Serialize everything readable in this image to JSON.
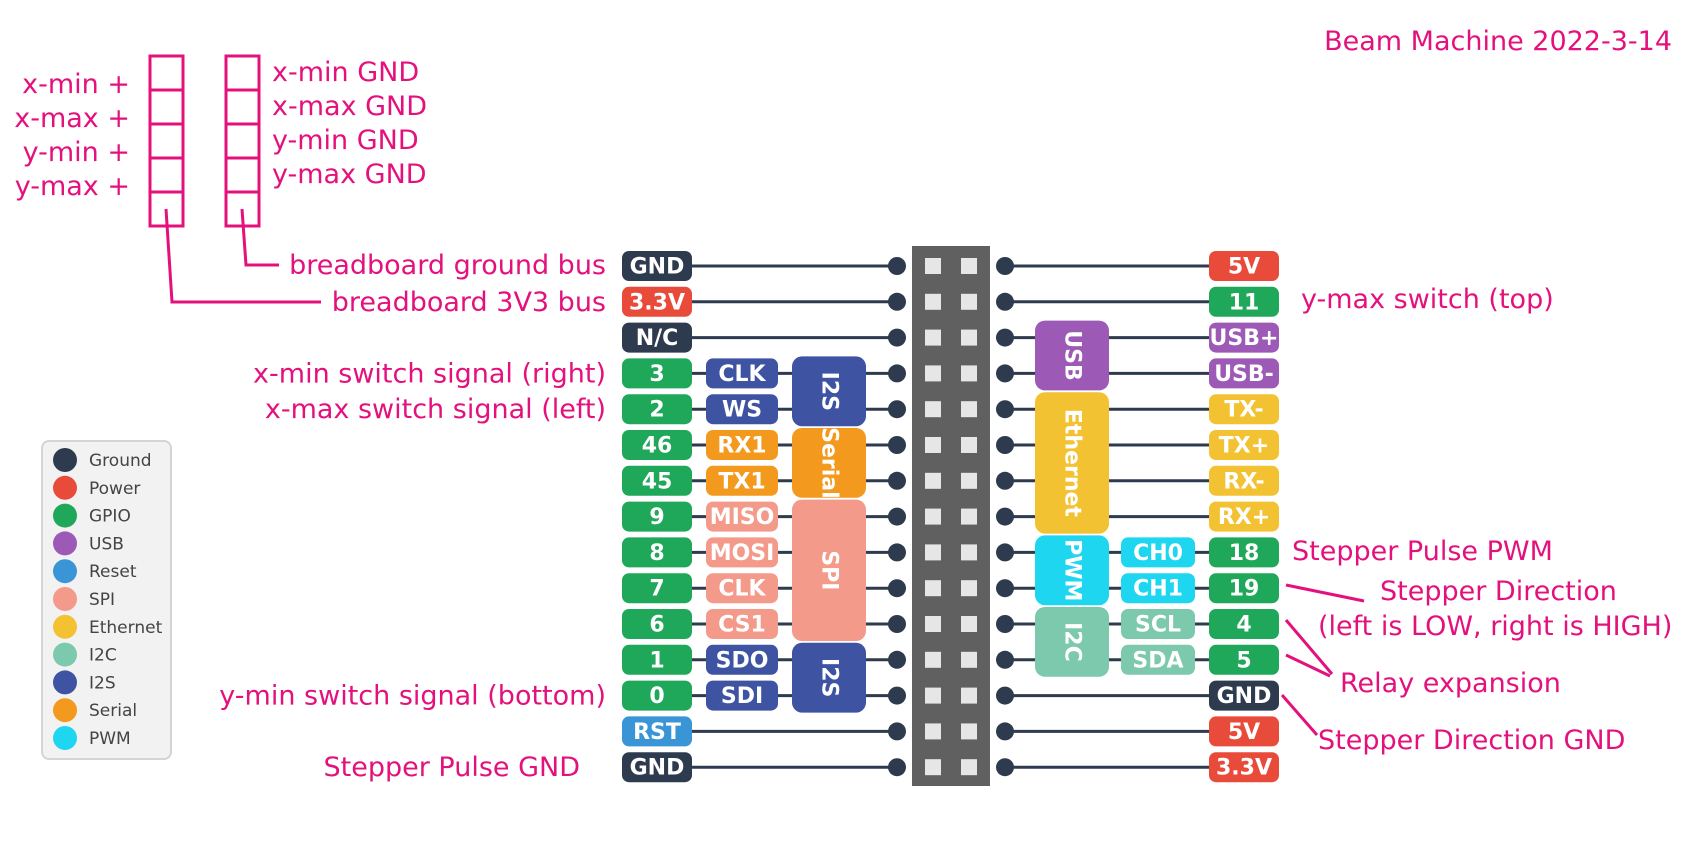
{
  "title": "Beam Machine 2022-3-14",
  "colors": {
    "ground": "#2e3b4e",
    "power": "#e84b3a",
    "gpio": "#1fa85a",
    "usb": "#9c59b5",
    "reset": "#3a95d6",
    "spi": "#f39a8a",
    "ethernet": "#f3c232",
    "i2c": "#7cc9ad",
    "i2s": "#3e54a3",
    "serial": "#f3991e",
    "pwm": "#1fd6f0",
    "annotation": "#e4117d",
    "header": "#606060"
  },
  "connector": {
    "plus_labels": [
      "x-min +",
      "x-max +",
      "y-min +",
      "y-max +"
    ],
    "gnd_labels": [
      "x-min GND",
      "x-max GND",
      "y-min GND",
      "y-max GND"
    ],
    "bus_gnd": "breadboard ground bus",
    "bus_3v3": "breadboard 3V3 bus"
  },
  "left_pins": [
    {
      "label": "GND",
      "type": "ground"
    },
    {
      "label": "3.3V",
      "type": "power"
    },
    {
      "label": "N/C",
      "type": "ground"
    },
    {
      "label": "3",
      "type": "gpio",
      "func": "CLK",
      "func_type": "i2s"
    },
    {
      "label": "2",
      "type": "gpio",
      "func": "WS",
      "func_type": "i2s"
    },
    {
      "label": "46",
      "type": "gpio",
      "func": "RX1",
      "func_type": "serial"
    },
    {
      "label": "45",
      "type": "gpio",
      "func": "TX1",
      "func_type": "serial"
    },
    {
      "label": "9",
      "type": "gpio",
      "func": "MISO",
      "func_type": "spi"
    },
    {
      "label": "8",
      "type": "gpio",
      "func": "MOSI",
      "func_type": "spi"
    },
    {
      "label": "7",
      "type": "gpio",
      "func": "CLK",
      "func_type": "spi"
    },
    {
      "label": "6",
      "type": "gpio",
      "func": "CS1",
      "func_type": "spi"
    },
    {
      "label": "1",
      "type": "gpio",
      "func": "SDO",
      "func_type": "i2s"
    },
    {
      "label": "0",
      "type": "gpio",
      "func": "SDI",
      "func_type": "i2s"
    },
    {
      "label": "RST",
      "type": "reset"
    },
    {
      "label": "GND",
      "type": "ground"
    }
  ],
  "left_groups": [
    {
      "label": "I2S",
      "type": "i2s",
      "from": 3,
      "to": 4
    },
    {
      "label": "Serial",
      "type": "serial",
      "from": 5,
      "to": 6
    },
    {
      "label": "SPI",
      "type": "spi",
      "from": 7,
      "to": 10
    },
    {
      "label": "I2S",
      "type": "i2s",
      "from": 11,
      "to": 12
    }
  ],
  "right_pins": [
    {
      "label": "5V",
      "type": "power"
    },
    {
      "label": "11",
      "type": "gpio"
    },
    {
      "label": "USB+",
      "type": "usb"
    },
    {
      "label": "USB-",
      "type": "usb"
    },
    {
      "label": "TX-",
      "type": "ethernet"
    },
    {
      "label": "TX+",
      "type": "ethernet"
    },
    {
      "label": "RX-",
      "type": "ethernet"
    },
    {
      "label": "RX+",
      "type": "ethernet"
    },
    {
      "label": "18",
      "type": "gpio",
      "func": "CH0",
      "func_type": "pwm"
    },
    {
      "label": "19",
      "type": "gpio",
      "func": "CH1",
      "func_type": "pwm"
    },
    {
      "label": "4",
      "type": "gpio",
      "func": "SCL",
      "func_type": "i2c"
    },
    {
      "label": "5",
      "type": "gpio",
      "func": "SDA",
      "func_type": "i2c"
    },
    {
      "label": "GND",
      "type": "ground"
    },
    {
      "label": "5V",
      "type": "power"
    },
    {
      "label": "3.3V",
      "type": "power"
    }
  ],
  "right_groups": [
    {
      "label": "USB",
      "type": "usb",
      "from": 2,
      "to": 3
    },
    {
      "label": "Ethernet",
      "type": "ethernet",
      "from": 4,
      "to": 7
    },
    {
      "label": "PWM",
      "type": "pwm",
      "from": 8,
      "to": 9
    },
    {
      "label": "I2C",
      "type": "i2c",
      "from": 10,
      "to": 11
    }
  ],
  "annotations_left": [
    {
      "text": "x-min switch signal (right)",
      "row": 3
    },
    {
      "text": "x-max switch signal (left)",
      "row": 4
    },
    {
      "text": "y-min switch signal (bottom)",
      "row": 12
    },
    {
      "text": "Stepper Pulse GND",
      "row": 14
    }
  ],
  "annotations_right": {
    "y_max": "y-max switch (top)",
    "pulse_pwm": "Stepper Pulse PWM",
    "direction": "Stepper Direction",
    "direction_note": "(left is LOW, right is HIGH)",
    "relay": "Relay expansion",
    "direction_gnd": "Stepper Direction GND"
  },
  "legend": [
    {
      "label": "Ground",
      "type": "ground"
    },
    {
      "label": "Power",
      "type": "power"
    },
    {
      "label": "GPIO",
      "type": "gpio"
    },
    {
      "label": "USB",
      "type": "usb"
    },
    {
      "label": "Reset",
      "type": "reset"
    },
    {
      "label": "SPI",
      "type": "spi"
    },
    {
      "label": "Ethernet",
      "type": "ethernet"
    },
    {
      "label": "I2C",
      "type": "i2c"
    },
    {
      "label": "I2S",
      "type": "i2s"
    },
    {
      "label": "Serial",
      "type": "serial"
    },
    {
      "label": "PWM",
      "type": "pwm"
    }
  ]
}
